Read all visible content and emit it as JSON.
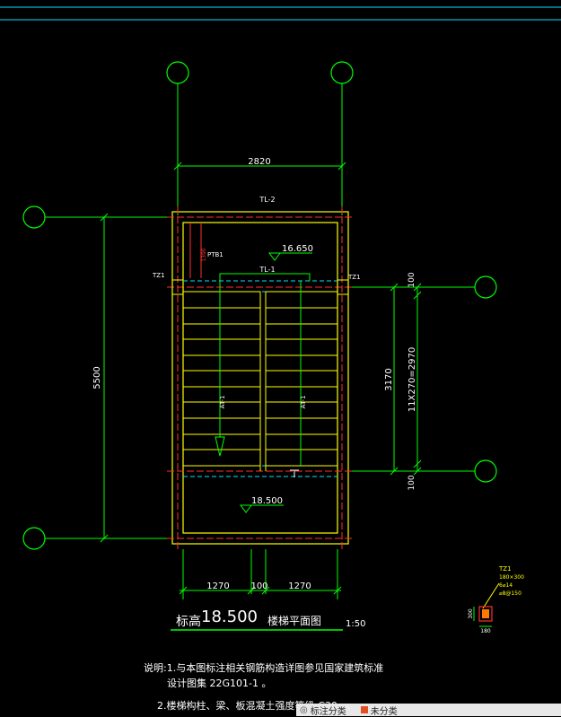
{
  "labels": {
    "dim_top": "2820",
    "beam_top": "TL-2",
    "beam_mid": "TL-1",
    "col_left": "TZ1",
    "col_right": "TZ1",
    "slab": "PTB1",
    "slab_dim": "1390",
    "elev_top": "16.650",
    "elev_bottom": "18.500",
    "flight_left": "AT-1",
    "flight_right": "AT-1",
    "dim_left": "5500",
    "dim_right_total": "3170",
    "dim_steps": "11X270=2970",
    "dim_right_top": "100",
    "dim_right_bottom": "100",
    "dim_bottom_left": "1270",
    "dim_bottom_mid": "100",
    "dim_bottom_right": "1270"
  },
  "title": {
    "prefix": "标高",
    "elevation": "18.500",
    "name": "楼梯平面图",
    "scale": "1:50"
  },
  "column_detail": {
    "name": "TZ1",
    "size": "180×300",
    "rebar": "6⌀14",
    "stirrup": "⌀8@150",
    "dim_a": "300",
    "dim_b": "180"
  },
  "notes": {
    "line1": "说明:1.与本图标注相关钢筋构造详图参见国家建筑标准",
    "line2": "设计图集 22G101-1 。",
    "line3": "2.楼梯构柱、梁、板混凝土强度等级:C30"
  },
  "taskbar": {
    "item1": "标注分类",
    "item2": "未分类"
  },
  "colors": {
    "background": "#000000",
    "axis": "#00ff00",
    "wall": "#ffff00",
    "beam": "#ff3030",
    "hidden": "#00e5ff",
    "text": "#ffffff"
  }
}
